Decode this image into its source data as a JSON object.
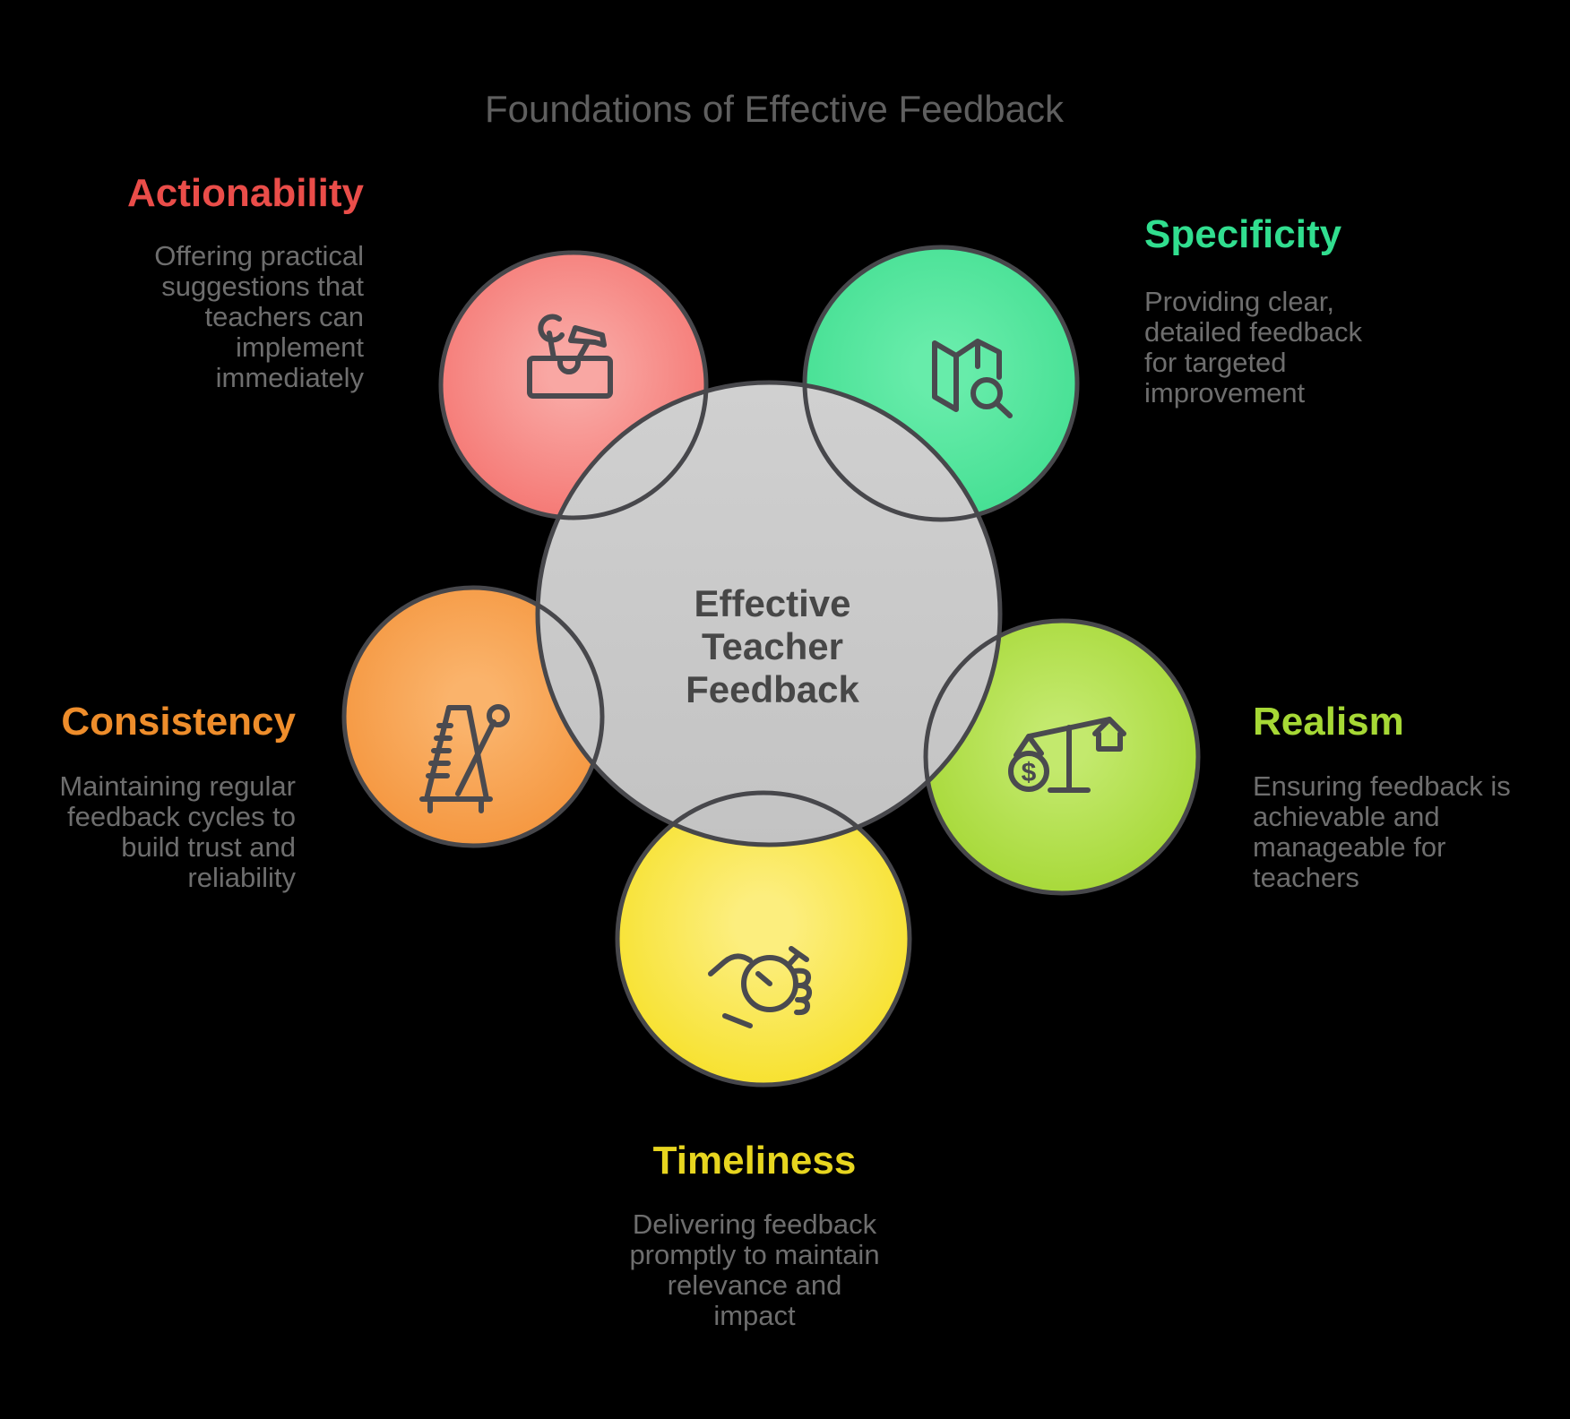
{
  "title": {
    "text": "Foundations of Effective Feedback",
    "color": "#5f5f5f"
  },
  "center": {
    "lines": [
      "Effective",
      "Teacher",
      "Feedback"
    ],
    "text_color": "#474747",
    "fill_light": "#d0d0d0",
    "fill_dark": "#c3c3c3",
    "stroke": "#47474b"
  },
  "body_text_color": "#6e6e6e",
  "icons": {
    "dollar": "$"
  },
  "sections": [
    {
      "id": "actionability",
      "label": "Actionability",
      "heading_color": "#ea4d49",
      "bubble_center": "#f9a7a3",
      "bubble_edge": "#f4706c",
      "icon": "toolbox-icon",
      "lines": [
        "Offering practical",
        "suggestions that",
        "teachers can",
        "implement",
        "immediately"
      ]
    },
    {
      "id": "specificity",
      "label": "Specificity",
      "heading_color": "#31de8f",
      "bubble_center": "#67ecaa",
      "bubble_edge": "#3fdd8f",
      "icon": "map-search-icon",
      "lines": [
        "Providing clear,",
        "detailed feedback",
        "for targeted",
        "improvement"
      ]
    },
    {
      "id": "consistency",
      "label": "Consistency",
      "heading_color": "#ee8d2b",
      "bubble_center": "#fab36b",
      "bubble_edge": "#f49238",
      "icon": "metronome-icon",
      "lines": [
        "Maintaining regular",
        "feedback cycles to",
        "build trust and",
        "reliability"
      ]
    },
    {
      "id": "realism",
      "label": "Realism",
      "heading_color": "#a6d835",
      "bubble_center": "#c3e96d",
      "bubble_edge": "#a2d62f",
      "icon": "balance-scale-icon",
      "lines": [
        "Ensuring feedback is",
        "achievable and",
        "manageable for",
        "teachers"
      ]
    },
    {
      "id": "timeliness",
      "label": "Timeliness",
      "heading_color": "#e7d51f",
      "bubble_center": "#fcee7e",
      "bubble_edge": "#f6df1f",
      "icon": "stopwatch-hand-icon",
      "lines": [
        "Delivering feedback",
        "promptly to maintain",
        "relevance and",
        "impact"
      ]
    }
  ]
}
